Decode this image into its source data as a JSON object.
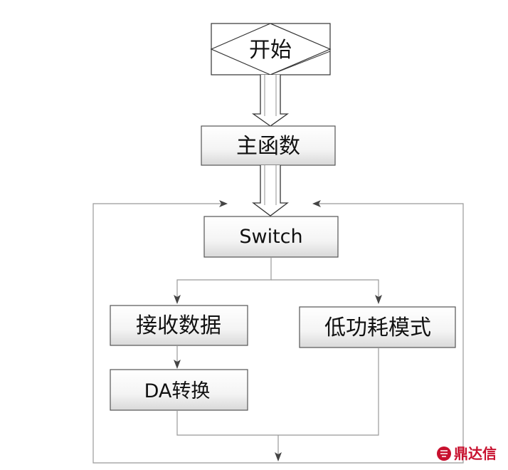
{
  "nodes": {
    "start": "开始",
    "main": "主函数",
    "switch": "Switch",
    "receive": "接收数据",
    "lowpower": "低功耗模式",
    "da": "DA转换"
  },
  "watermark": {
    "text": "鼎达信",
    "color": "#c8102e"
  }
}
